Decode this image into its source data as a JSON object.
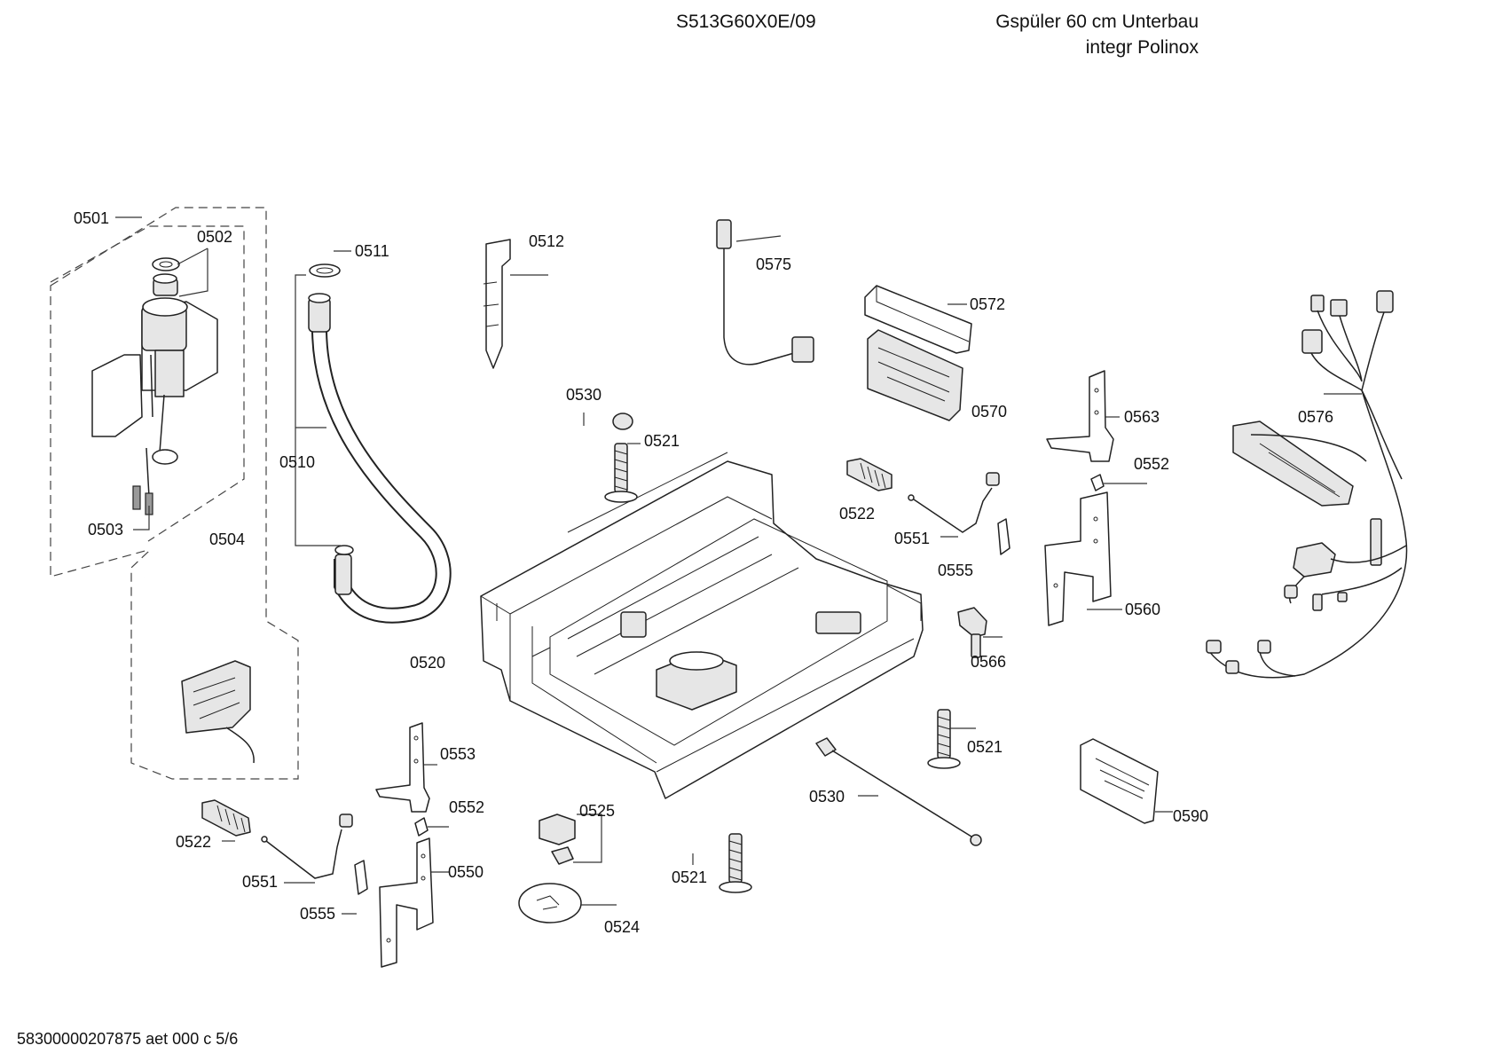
{
  "header": {
    "model": "S513G60X0E/09",
    "description_line1": "Gspüler 60 cm Unterbau",
    "description_line2": "integr Polinox"
  },
  "footer": {
    "document_code": "58300000207875 aet 000 c 5/6"
  },
  "part_labels": {
    "p0501": "0501",
    "p0502": "0502",
    "p0503": "0503",
    "p0504": "0504",
    "p0510": "0510",
    "p0511": "0511",
    "p0512": "0512",
    "p0520": "0520",
    "p0521_a": "0521",
    "p0521_b": "0521",
    "p0521_c": "0521",
    "p0522_a": "0522",
    "p0522_b": "0522",
    "p0524": "0524",
    "p0525": "0525",
    "p0530_a": "0530",
    "p0530_b": "0530",
    "p0550": "0550",
    "p0551_a": "0551",
    "p0551_b": "0551",
    "p0552_a": "0552",
    "p0552_b": "0552",
    "p0553": "0553",
    "p0555_a": "0555",
    "p0555_b": "0555",
    "p0560": "0560",
    "p0563": "0563",
    "p0566": "0566",
    "p0570": "0570",
    "p0572": "0572",
    "p0575": "0575",
    "p0576": "0576",
    "p0590": "0590"
  }
}
